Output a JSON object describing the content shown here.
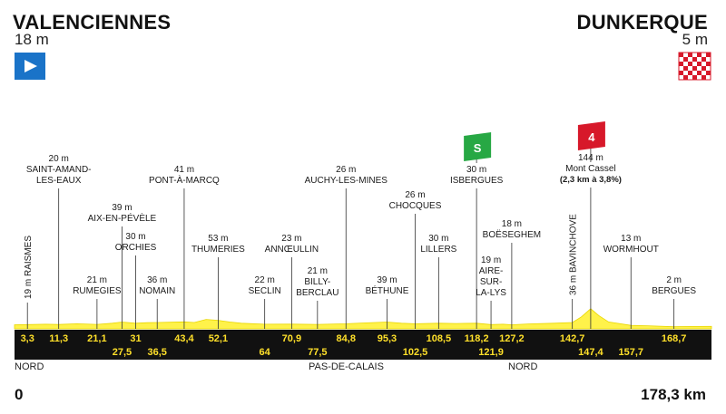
{
  "start": {
    "name": "VALENCIENNES",
    "altitude": "18 m"
  },
  "finish": {
    "name": "DUNKERQUE",
    "altitude": "5 m"
  },
  "distance": {
    "start_label": "0",
    "end_label": "178,3 km",
    "total_km": 178.3
  },
  "regions": [
    "NORD",
    "PAS-DE-CALAIS",
    "NORD"
  ],
  "colors": {
    "profile": "#fff24a",
    "profile_edge": "#e8d600",
    "band": "#111111",
    "km_text": "#ffe02a",
    "sprint": "#27a844",
    "climb": "#d7182a",
    "start_flag": "#1a73c8"
  },
  "icons": {
    "start": "start-flag-icon",
    "finish": "checkered-finish-flag-icon",
    "sprint": "sprint-marker-icon",
    "climb": "climb-category-icon"
  },
  "waypoints": [
    {
      "km": 3.3,
      "km_label": "3,3",
      "alt": "19 m",
      "name": "RAISMES",
      "vertical": true,
      "row": "top"
    },
    {
      "km": 11.3,
      "km_label": "11,3",
      "alt": "20 m",
      "name": "SAINT-AMAND-|LES-EAUX",
      "vertical": false,
      "row": "top"
    },
    {
      "km": 21.1,
      "km_label": "21,1",
      "alt": "21 m",
      "name": "RUMEGIES",
      "vertical": false,
      "row": "top"
    },
    {
      "km": 27.5,
      "km_label": "27,5",
      "alt": "39 m",
      "name": "AIX-EN-PÉVÈLE",
      "vertical": false,
      "row": "bottom"
    },
    {
      "km": 31,
      "km_label": "31",
      "alt": "30 m",
      "name": "ORCHIES",
      "vertical": false,
      "row": "top"
    },
    {
      "km": 36.5,
      "km_label": "36,5",
      "alt": "36 m",
      "name": "NOMAIN",
      "vertical": false,
      "row": "bottom"
    },
    {
      "km": 43.4,
      "km_label": "43,4",
      "alt": "41 m",
      "name": "PONT-À-MARCQ",
      "vertical": false,
      "row": "top"
    },
    {
      "km": 52.1,
      "km_label": "52,1",
      "alt": "53 m",
      "name": "THUMERIES",
      "vertical": false,
      "row": "top"
    },
    {
      "km": 64,
      "km_label": "64",
      "alt": "22 m",
      "name": "SECLIN",
      "vertical": false,
      "row": "bottom"
    },
    {
      "km": 70.9,
      "km_label": "70,9",
      "alt": "23 m",
      "name": "ANNŒULLIN",
      "vertical": false,
      "row": "top"
    },
    {
      "km": 77.5,
      "km_label": "77,5",
      "alt": "21 m",
      "name": "BILLY-|BERCLAU",
      "vertical": false,
      "row": "bottom"
    },
    {
      "km": 84.8,
      "km_label": "84,8",
      "alt": "26 m",
      "name": "AUCHY-LES-MINES",
      "vertical": false,
      "row": "top"
    },
    {
      "km": 95.3,
      "km_label": "95,3",
      "alt": "39 m",
      "name": "BÉTHUNE",
      "vertical": false,
      "row": "top"
    },
    {
      "km": 102.5,
      "km_label": "102,5",
      "alt": "26 m",
      "name": "CHOCQUES",
      "vertical": false,
      "row": "bottom"
    },
    {
      "km": 108.5,
      "km_label": "108,5",
      "alt": "30 m",
      "name": "LILLERS",
      "vertical": false,
      "row": "top"
    },
    {
      "km": 118.2,
      "km_label": "118,2",
      "alt": "30 m",
      "name": "ISBERGUES",
      "vertical": false,
      "row": "top",
      "marker": "S"
    },
    {
      "km": 121.9,
      "km_label": "121,9",
      "alt": "19 m",
      "name": "AIRE-|SUR-|LA-LYS",
      "vertical": false,
      "row": "bottom"
    },
    {
      "km": 127.2,
      "km_label": "127,2",
      "alt": "18 m",
      "name": "BOËSEGHEM",
      "vertical": false,
      "row": "top"
    },
    {
      "km": 142.7,
      "km_label": "142,7",
      "alt": "36 m",
      "name": "BAVINCHOVE",
      "vertical": true,
      "row": "top"
    },
    {
      "km": 147.4,
      "km_label": "147,4",
      "alt": "144 m",
      "name": "Mont Cassel",
      "note": "(2,3 km à 3,8%)",
      "vertical": false,
      "row": "bottom",
      "marker": "4"
    },
    {
      "km": 157.7,
      "km_label": "157,7",
      "alt": "13 m",
      "name": "WORMHOUT",
      "vertical": false,
      "row": "bottom"
    },
    {
      "km": 168.7,
      "km_label": "168,7",
      "alt": "2 m",
      "name": "BERGUES",
      "vertical": false,
      "row": "top"
    }
  ],
  "profile": {
    "km": [
      0,
      3.3,
      8,
      11.3,
      16,
      21.1,
      25,
      27.5,
      31,
      34,
      36.5,
      40,
      43.4,
      46,
      49,
      52.1,
      55,
      58,
      64,
      70.9,
      77.5,
      84.8,
      90,
      95.3,
      99,
      102.5,
      108.5,
      113,
      118.2,
      121.9,
      125,
      127.2,
      132,
      138,
      142.7,
      145,
      147.4,
      149.5,
      152,
      157.7,
      162,
      168.7,
      173,
      178.3
    ],
    "altitude": [
      18,
      19,
      22,
      20,
      26,
      21,
      30,
      39,
      30,
      34,
      36,
      38,
      41,
      36,
      60,
      53,
      40,
      30,
      22,
      23,
      21,
      26,
      33,
      39,
      30,
      26,
      30,
      28,
      30,
      19,
      22,
      18,
      25,
      30,
      36,
      80,
      144,
      90,
      40,
      13,
      10,
      2,
      4,
      5
    ]
  }
}
